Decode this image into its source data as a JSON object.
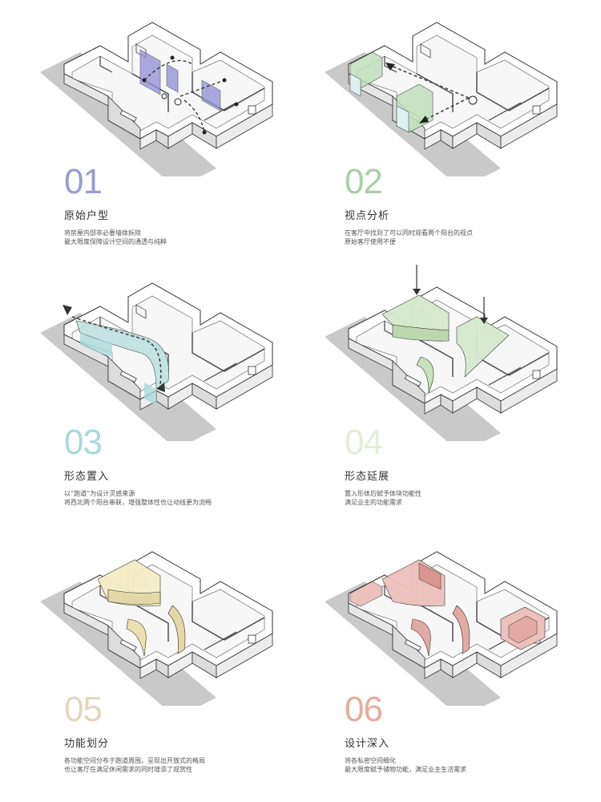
{
  "panels": [
    {
      "step": "01",
      "title": "原始户型",
      "desc_lines": [
        "将房屋内部非必要墙体拆除",
        "最大限度保障设计空间的通透与纯粹"
      ],
      "accent_color": "#9a9cd0",
      "fill_color": "#8e8ed8",
      "overlay": "demolished-walls-and-sightlines"
    },
    {
      "step": "02",
      "title": "视点分析",
      "desc_lines": [
        "在客厅中找到了可以同时观看两个阳台的视点",
        "原始客厅使用不便"
      ],
      "accent_color": "#a9cfa6",
      "fill_color": "#bfe0bc",
      "overlay": "viewpoint-to-two-balconies"
    },
    {
      "step": "03",
      "title": "形态置入",
      "desc_lines": [
        "以“跑道”为设计灵感来源",
        "将西北两个阳台串联，增强整体性也让动线更为流畅"
      ],
      "accent_color": "#a8d9dc",
      "fill_color": "#bfe3e3",
      "overlay": "runway-circulation-path"
    },
    {
      "step": "04",
      "title": "形态延展",
      "desc_lines": [
        "置入形体后赋予体块功能性",
        "满足业主的功能需求"
      ],
      "accent_color": "#e3eedb",
      "fill_color": "#d6e9cc",
      "overlay": "extruded-volumes"
    },
    {
      "step": "05",
      "title": "功能划分",
      "desc_lines": [
        "各功能空间分布于跑道周围，呈现出开放式的格局",
        "也让客厅在满足休闲需求的同时增添了观赏性"
      ],
      "accent_color": "#e2d6bc",
      "fill_color": "#f4edc6",
      "overlay": "function-zoning"
    },
    {
      "step": "06",
      "title": "设计深入",
      "desc_lines": [
        "将各私密空间细化",
        "最大限度赋予储物功能，满足业主生活需求"
      ],
      "accent_color": "#e6aba0",
      "fill_color": "#ecc0bb",
      "overlay": "detailed-storage-design"
    }
  ]
}
